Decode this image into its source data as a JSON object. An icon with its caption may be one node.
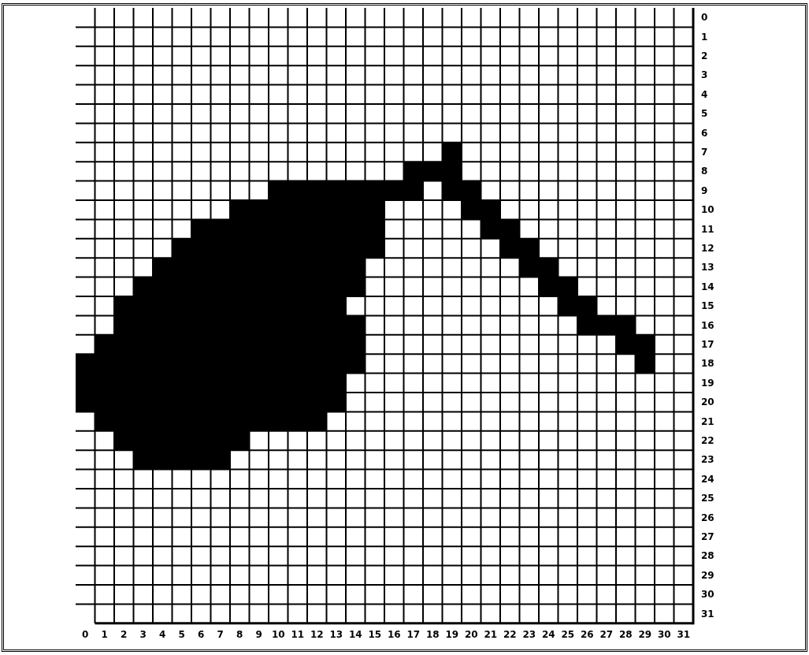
{
  "diagram": {
    "labels": [
      "0",
      "1",
      "2",
      "3",
      "4",
      "5",
      "6",
      "7",
      "8",
      "9",
      "10",
      "11",
      "12",
      "13",
      "14",
      "15",
      "16",
      "17",
      "18",
      "19",
      "20",
      "21",
      "22",
      "23",
      "24",
      "25",
      "26",
      "27",
      "28",
      "29",
      "30",
      "31",
      "0",
      "1",
      "2",
      "3",
      "4",
      "5",
      "6",
      "7",
      "8",
      "9",
      "10",
      "11",
      "12",
      "13",
      "14",
      "15",
      "16",
      "17",
      "18",
      "19",
      "20",
      "21",
      "22",
      "23",
      "24",
      "25",
      "26",
      "27",
      "28",
      "29",
      "30",
      "31"
    ]
  }
}
